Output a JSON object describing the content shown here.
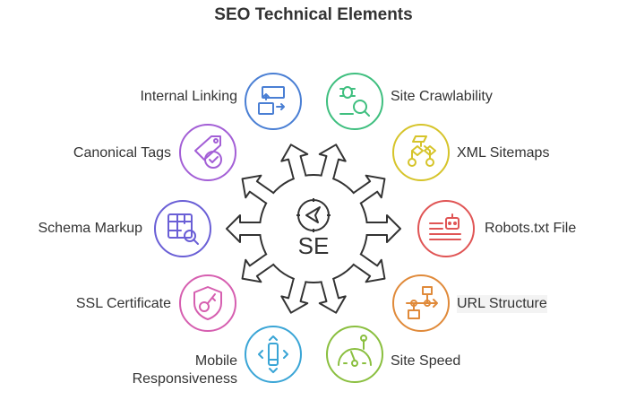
{
  "title": "SEO Technical Elements",
  "center": {
    "text": "SE",
    "icon": "compass-icon"
  },
  "elements": [
    {
      "label": "Internal Linking",
      "icon": "linking-icon",
      "color": "#4a7fd4"
    },
    {
      "label": "Site Crawlability",
      "icon": "bug-search-icon",
      "color": "#3fbf7f"
    },
    {
      "label": "Canonical Tags",
      "icon": "tag-check-icon",
      "color": "#a35fd6"
    },
    {
      "label": "XML Sitemaps",
      "icon": "sitemap-icon",
      "color": "#d6c42a"
    },
    {
      "label": "Schema Markup",
      "icon": "table-search-icon",
      "color": "#6a5fd6"
    },
    {
      "label": "Robots.txt File",
      "icon": "robot-icon",
      "color": "#e05555"
    },
    {
      "label": "SSL Certificate",
      "icon": "shield-key-icon",
      "color": "#d65fb0"
    },
    {
      "label": "URL Structure",
      "icon": "flow-icon",
      "color": "#e08a3a"
    },
    {
      "label": "Mobile Responsiveness",
      "label_lines": [
        "Mobile",
        "Responsiveness"
      ],
      "icon": "mobile-icon",
      "color": "#3aa5d6"
    },
    {
      "label": "Site Speed",
      "icon": "speedometer-icon",
      "color": "#8abf3f"
    }
  ]
}
